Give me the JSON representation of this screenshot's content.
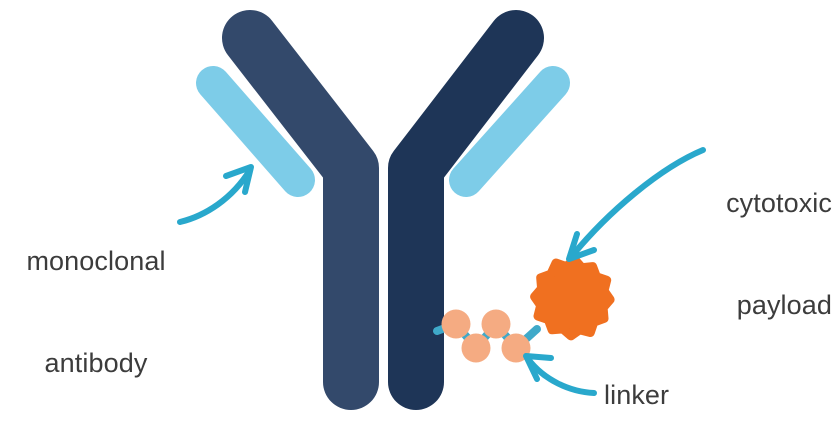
{
  "figure": {
    "title": "Antibody-drug conjugate schematic",
    "background_color": "#ffffff"
  },
  "labels": {
    "monoclonal_antibody": {
      "line1": "monoclonal",
      "line2": "antibody",
      "color": "#3c3c3c"
    },
    "cytotoxic_payload": {
      "line1": "cytotoxic",
      "line2": "payload",
      "color": "#3c3c3c"
    },
    "linker": {
      "text": "linker",
      "color": "#3c3c3c"
    }
  },
  "colors": {
    "heavy_chain_left": "#33496b",
    "heavy_chain_right": "#1e3557",
    "light_chain": "#7dcce8",
    "arrow_teal": "#29a8cc",
    "payload_orange": "#f07020",
    "linker_bead": "#f5ab82",
    "linker_bond": "#3fa9c9",
    "text": "#3c3c3c"
  },
  "parts": {
    "heavy_chain_left_name": "heavy-chain-left",
    "heavy_chain_right_name": "heavy-chain-right",
    "light_chain_left_name": "light-chain-left",
    "light_chain_right_name": "light-chain-right",
    "payload_name": "cytotoxic-payload-burst",
    "linker_name": "linker-chain",
    "linker_bead_count": 4
  },
  "arrows": {
    "to_antibody": "arrow-to-monoclonal-antibody",
    "to_payload": "arrow-to-cytotoxic-payload",
    "to_linker": "arrow-to-linker"
  }
}
